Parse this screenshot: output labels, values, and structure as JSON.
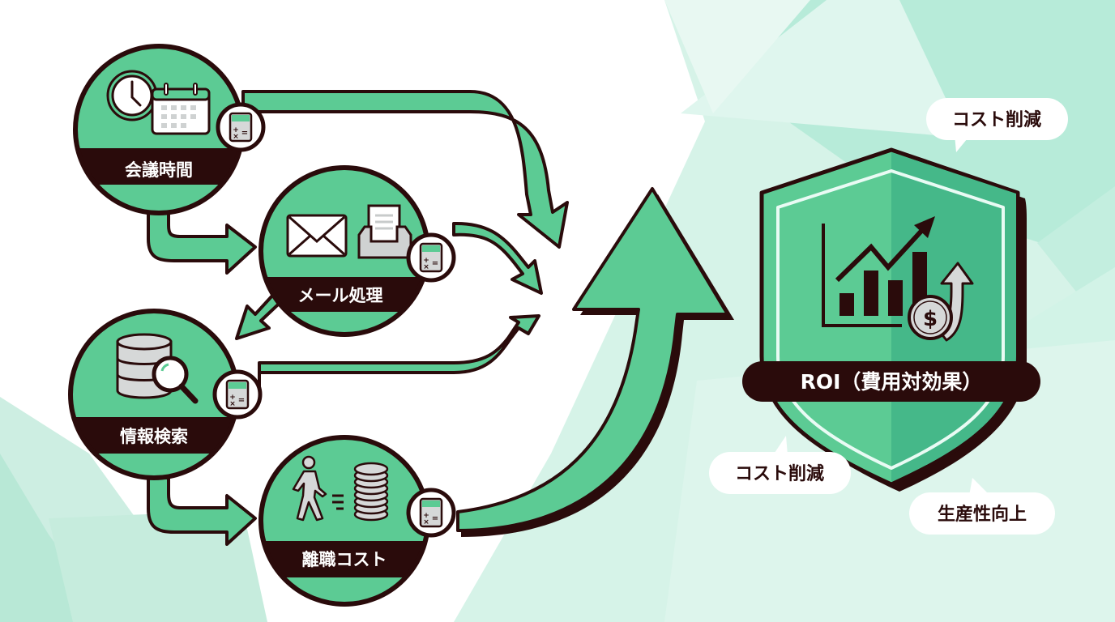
{
  "diagram": {
    "title": "ROI（費用対効果）",
    "colors": {
      "accent_green": "#5ccb94",
      "accent_green_dark": "#45b889",
      "outline": "#2a0b0b",
      "label_text": "#ffffff",
      "bubble_text": "#2a0b0b",
      "background_tint": "#c9efe0"
    },
    "nodes": [
      {
        "id": "meeting",
        "label": "会議時間",
        "icons": [
          "clock-icon",
          "calendar-icon",
          "calculator-icon"
        ]
      },
      {
        "id": "email",
        "label": "メール処理",
        "icons": [
          "envelope-icon",
          "inbox-tray-icon",
          "calculator-icon"
        ]
      },
      {
        "id": "search",
        "label": "情報検索",
        "icons": [
          "database-icon",
          "magnifier-icon",
          "calculator-icon"
        ]
      },
      {
        "id": "turnover",
        "label": "離職コスト",
        "icons": [
          "walking-person-icon",
          "coin-stack-icon",
          "calculator-icon"
        ]
      }
    ],
    "result": {
      "label": "ROI（費用対効果）",
      "icons": [
        "growth-chart-icon",
        "dollar-coin-icon",
        "up-arrow-icon"
      ]
    },
    "callouts": [
      {
        "id": "top",
        "text": "コスト削減"
      },
      {
        "id": "left",
        "text": "コスト削減"
      },
      {
        "id": "bottom",
        "text": "生産性向上"
      }
    ],
    "calculator_glyph": "+ × ="
  }
}
